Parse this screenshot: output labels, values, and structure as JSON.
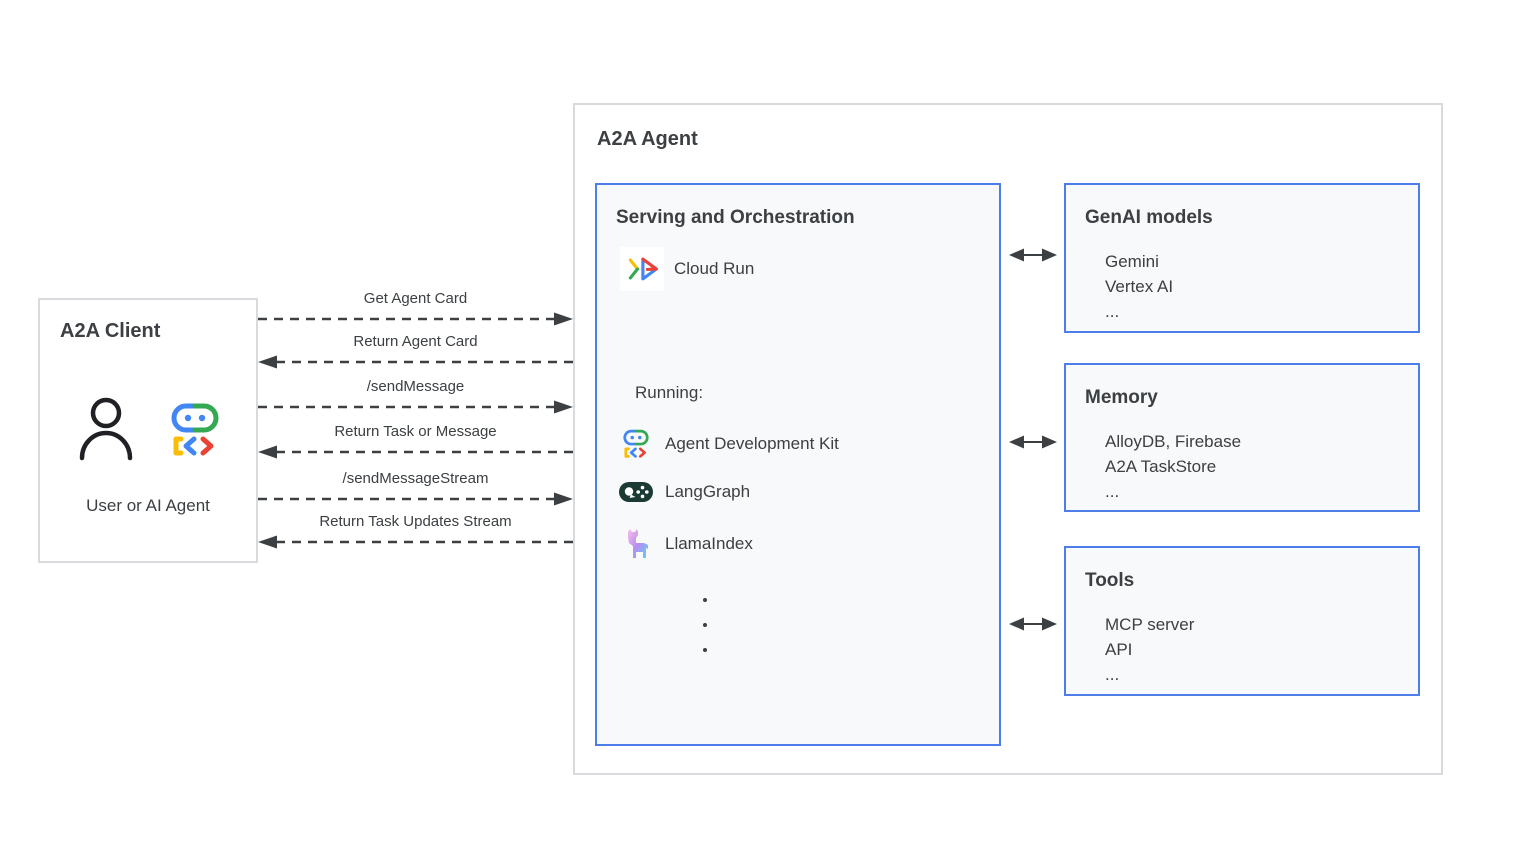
{
  "client": {
    "title": "A2A Client",
    "caption": "User or AI Agent"
  },
  "messages": [
    {
      "label": "Get Agent Card",
      "direction": "to-agent"
    },
    {
      "label": "Return Agent Card",
      "direction": "to-client"
    },
    {
      "label": "/sendMessage",
      "direction": "to-agent"
    },
    {
      "label": "Return Task or Message",
      "direction": "to-client"
    },
    {
      "label": "/sendMessageStream",
      "direction": "to-agent"
    },
    {
      "label": "Return Task Updates Stream",
      "direction": "to-client"
    }
  ],
  "agent": {
    "title": "A2A Agent",
    "serving": {
      "title": "Serving and Orchestration",
      "platform": "Cloud Run",
      "running_label": "Running:",
      "frameworks": [
        "Agent Development Kit",
        "LangGraph",
        "LlamaIndex"
      ]
    },
    "genai": {
      "title": "GenAI models",
      "items": [
        "Gemini",
        "Vertex AI",
        "..."
      ]
    },
    "memory": {
      "title": "Memory",
      "items": [
        "AlloyDB, Firebase",
        "A2A TaskStore",
        "..."
      ]
    },
    "tools": {
      "title": "Tools",
      "items": [
        "MCP server",
        "API",
        "..."
      ]
    }
  },
  "icons": {
    "user-icon": "person outline glyph",
    "adk-robot-icon": "A2A robot logo (pill face + [< > glyphs)",
    "cloud-run-icon": "Google Cloud Run chevron/play logo",
    "langgraph-icon": "dark pill with parrot + node diamond",
    "llamaindex-icon": "gradient llama silhouette",
    "bidirectional-arrow-icon": "solid double-headed arrow",
    "dashed-arrow-icon": "dashed arrow with solid head",
    "vertical-ellipsis": "three stacked dots"
  },
  "colors": {
    "panel_border_blue": "#4c7de8",
    "panel_bg": "#f8f9fa",
    "outer_border_gray": "#d8dade",
    "text_dark": "#3c4043",
    "google_blue": "#4285f4",
    "google_red": "#ea4335",
    "google_yellow": "#fbbc04",
    "google_green": "#34a853",
    "langgraph_dark": "#1b3a33"
  }
}
